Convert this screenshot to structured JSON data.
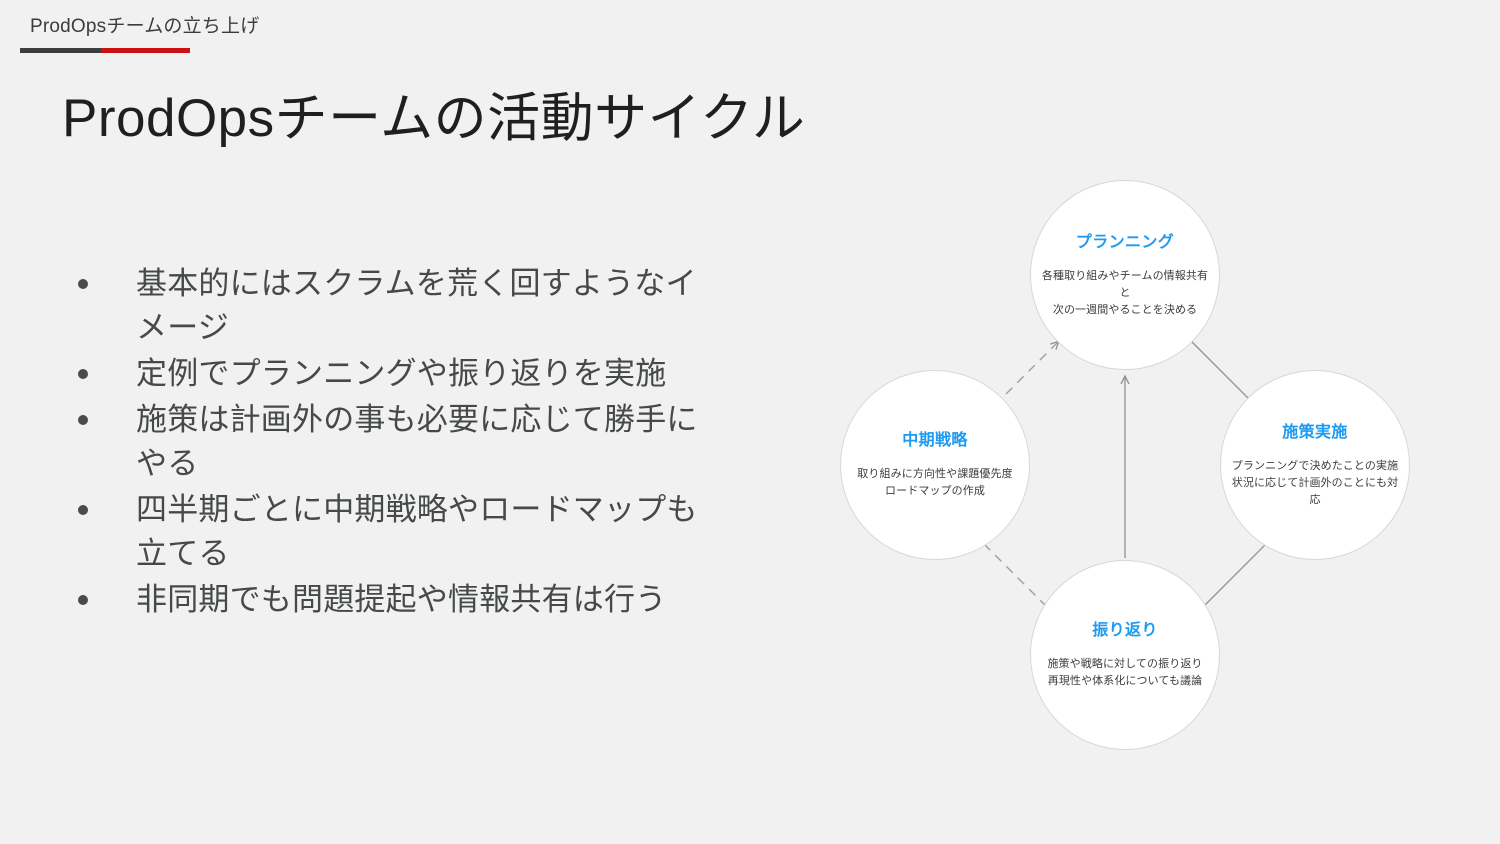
{
  "header": {
    "label": "ProdOpsチームの立ち上げ",
    "rule_dark_color": "#3d3d3d",
    "rule_red_color": "#cc1111"
  },
  "title": "ProdOpsチームの活動サイクル",
  "background_color": "#f1f1f1",
  "accent_color": "#1e9bf0",
  "bullets": [
    {
      "text": "基本的にはスクラムを荒く回すようなイメージ"
    },
    {
      "text": "定例でプランニングや振り返りを実施"
    },
    {
      "text": "施策は計画外の事も必要に応じて勝手にやる"
    },
    {
      "text": "四半期ごとに中期戦略やロードマップも立てる"
    },
    {
      "text": "非同期でも問題提起や情報共有は行う"
    }
  ],
  "diagram": {
    "nodes": [
      {
        "position": "top",
        "title": "プランニング",
        "body": "各種取り組みやチームの情報共有と\n次の一週間やることを決める"
      },
      {
        "position": "right",
        "title": "施策実施",
        "body": "プランニングで決めたことの実施\n状況に応じて計画外のことにも対応"
      },
      {
        "position": "bottom",
        "title": "振り返り",
        "body": "施策や戦略に対しての振り返り\n再現性や体系化についても議論"
      },
      {
        "position": "left",
        "title": "中期戦略",
        "body": "取り組みに方向性や課題優先度\nロードマップの作成"
      }
    ],
    "connectors": [
      {
        "name": "planning-to-execution",
        "from": "top",
        "to": "right",
        "style": "solid"
      },
      {
        "name": "execution-to-retrospective",
        "from": "right",
        "to": "bottom",
        "style": "solid"
      },
      {
        "name": "retrospective-to-strategy",
        "from": "bottom",
        "to": "left",
        "style": "dashed"
      },
      {
        "name": "strategy-to-planning",
        "from": "left",
        "to": "top",
        "style": "dashed"
      },
      {
        "name": "retrospective-to-planning",
        "from": "bottom",
        "to": "top",
        "style": "solid"
      }
    ],
    "line_color": "#8d9194"
  }
}
